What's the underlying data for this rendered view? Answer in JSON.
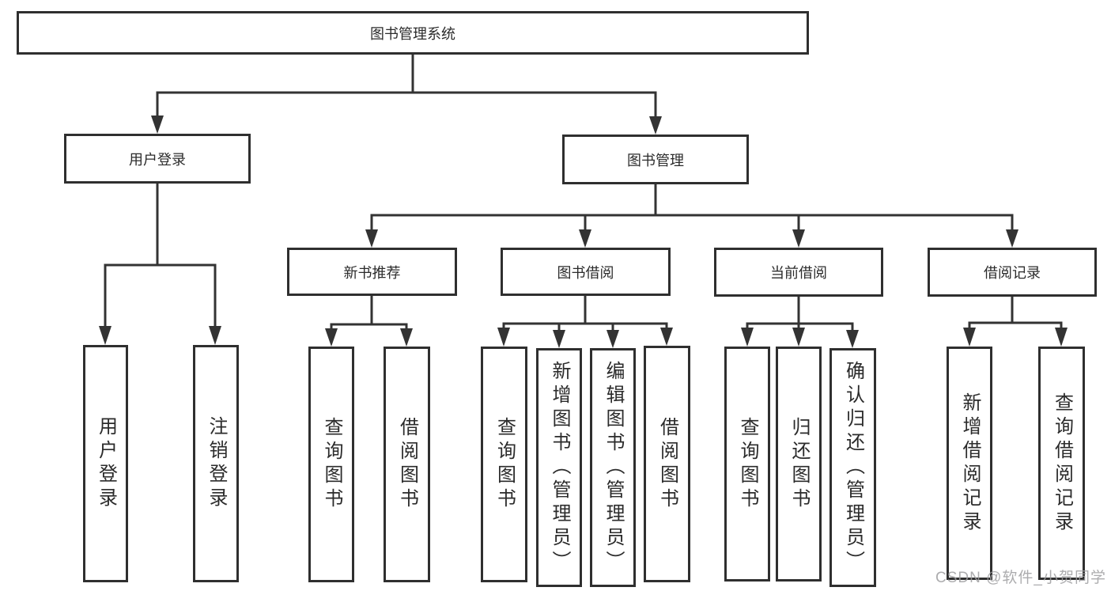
{
  "diagram": {
    "root": {
      "label": "图书管理系统"
    },
    "level2": [
      {
        "label": "用户登录"
      },
      {
        "label": "图书管理"
      }
    ],
    "level3": [
      {
        "label": "新书推荐"
      },
      {
        "label": "图书借阅"
      },
      {
        "label": "当前借阅"
      },
      {
        "label": "借阅记录"
      }
    ],
    "leaves": {
      "user_login": [
        "用户登录",
        "注销登录"
      ],
      "new_book": [
        "查询图书",
        "借阅图书"
      ],
      "book_borrow": [
        "查询图书",
        "新增图书（管理员）",
        "编辑图书（管理员）",
        "借阅图书"
      ],
      "current_borrow": [
        "查询图书",
        "归还图书",
        "确认归还（管理员）"
      ],
      "borrow_records": [
        "新增借阅记录",
        "查询借阅记录"
      ]
    }
  },
  "watermark": "CSDN @软件_小贺同学",
  "colors": {
    "line": "#333333",
    "border": "#2f2f2f",
    "text": "#2b2b2b",
    "watermark": "#9e9ea0",
    "background": "#ffffff"
  }
}
